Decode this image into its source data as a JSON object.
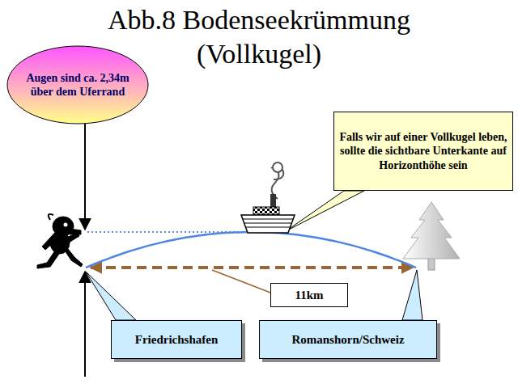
{
  "diagram": {
    "title": "Abb.8 Bodenseekrümmung (Vollkugel)",
    "nodes": [
      {
        "text": [
          "Augen sind ca. 2,34m über dem Uferrand"
        ]
      },
      {
        "text": [
          "Falls wir auf einer Vollkugel leben, sollte die sichtbare Unterkante auf Horizonthöhe sein"
        ]
      },
      {
        "text": [
          "11km"
        ]
      },
      {
        "text": [
          "Friedrichshafen"
        ]
      },
      {
        "text": [
          "Romanshorn/Schweiz"
        ]
      }
    ]
  }
}
